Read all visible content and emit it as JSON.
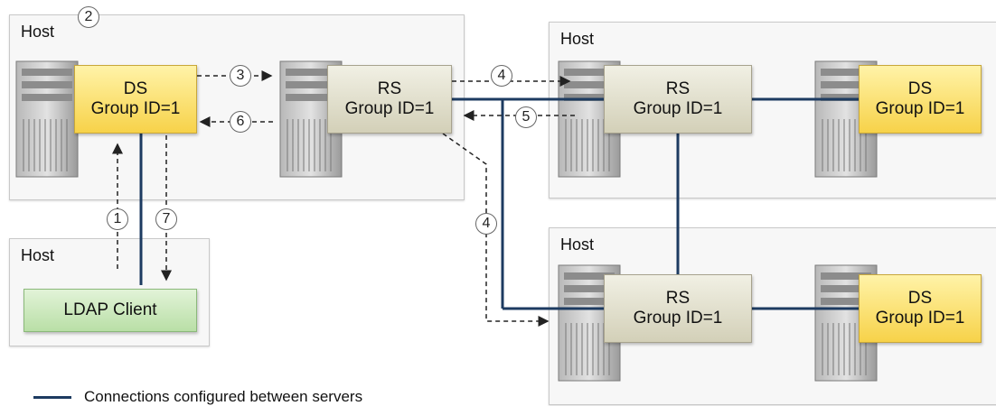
{
  "hosts": [
    {
      "label": "Host"
    },
    {
      "label": "Host"
    },
    {
      "label": "Host"
    },
    {
      "label": "Host"
    }
  ],
  "servers": {
    "ds_main": {
      "line1": "DS",
      "line2": "Group ID=1"
    },
    "rs_main": {
      "line1": "RS",
      "line2": "Group ID=1"
    },
    "rs_top": {
      "line1": "RS",
      "line2": "Group ID=1"
    },
    "ds_top": {
      "line1": "DS",
      "line2": "Group ID=1"
    },
    "rs_bottom": {
      "line1": "RS",
      "line2": "Group ID=1"
    },
    "ds_bottom": {
      "line1": "DS",
      "line2": "Group ID=1"
    }
  },
  "client": {
    "label": "LDAP Client"
  },
  "steps": {
    "s1": "1",
    "s2": "2",
    "s3": "3",
    "s4a": "4",
    "s4b": "4",
    "s5": "5",
    "s6": "6",
    "s7": "7"
  },
  "legend": {
    "text": "Connections configured between servers"
  },
  "colors": {
    "connection": "#1d3b61",
    "ds": "#f7d249",
    "rs": "#d3d0b8",
    "client": "#b9dfa6"
  }
}
